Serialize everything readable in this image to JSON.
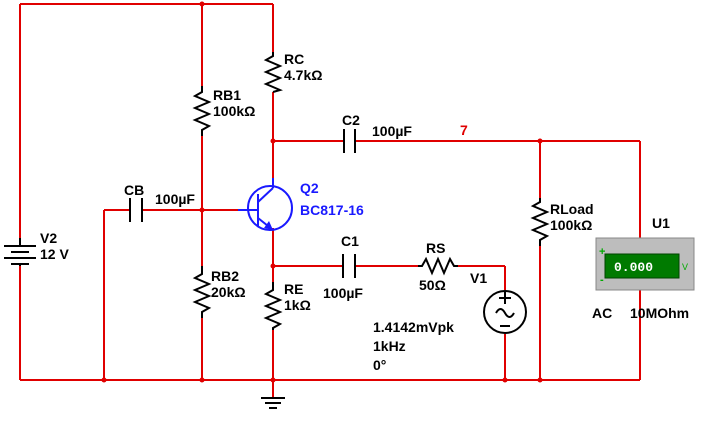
{
  "colors": {
    "wire": "#e00000",
    "component": "#000000",
    "transistor": "#1a1aff",
    "meter_body": "#bdbdbd",
    "meter_display": "#007a00",
    "meter_terminal": "#00aa00"
  },
  "components": {
    "rc": {
      "name": "RC",
      "value": "4.7kΩ"
    },
    "rb1": {
      "name": "RB1",
      "value": "100kΩ"
    },
    "rb2": {
      "name": "RB2",
      "value": "20kΩ"
    },
    "re": {
      "name": "RE",
      "value": "1kΩ"
    },
    "rs": {
      "name": "RS",
      "value": "50Ω"
    },
    "rload": {
      "name": "RLoad",
      "value": "100kΩ"
    },
    "c2": {
      "name": "C2",
      "value": "100µF"
    },
    "c1": {
      "name": "C1",
      "value": "100µF"
    },
    "cb": {
      "name": "CB",
      "value": "100µF"
    },
    "q2": {
      "name": "Q2",
      "part": "BC817-16"
    },
    "v2": {
      "name": "V2",
      "value": "12 V"
    },
    "v1": {
      "name": "V1",
      "amplitude": "1.4142mVpk",
      "frequency": "1kHz",
      "phase": "0°"
    },
    "u1": {
      "name": "U1",
      "reading": "0.000",
      "unit": "V",
      "plus": "+",
      "minus": "-",
      "mode": "AC",
      "impedance": "10MOhm"
    }
  },
  "nets": {
    "collector_net": "7"
  }
}
